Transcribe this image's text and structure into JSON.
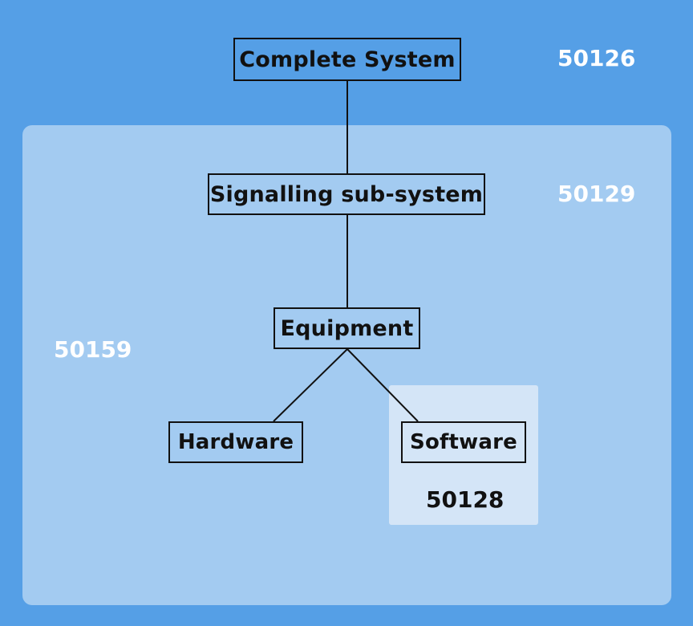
{
  "diagram": {
    "nodes": {
      "complete_system": "Complete System",
      "signalling_subsystem": "Signalling sub-system",
      "equipment": "Equipment",
      "hardware": "Hardware",
      "software": "Software"
    },
    "codes": {
      "complete_system": "50126",
      "signalling_subsystem": "50129",
      "equipment_scope": "50159",
      "software": "50128"
    },
    "edges": [
      [
        "complete_system",
        "signalling_subsystem"
      ],
      [
        "signalling_subsystem",
        "equipment"
      ],
      [
        "equipment",
        "hardware"
      ],
      [
        "equipment",
        "software"
      ]
    ],
    "colors": {
      "background": "#559fe6",
      "outer_panel": "#a3cbf1",
      "inner_panel": "#d4e5f7",
      "line": "#111111",
      "code_text_light": "#ffffff",
      "code_text_dark": "#111111"
    }
  }
}
